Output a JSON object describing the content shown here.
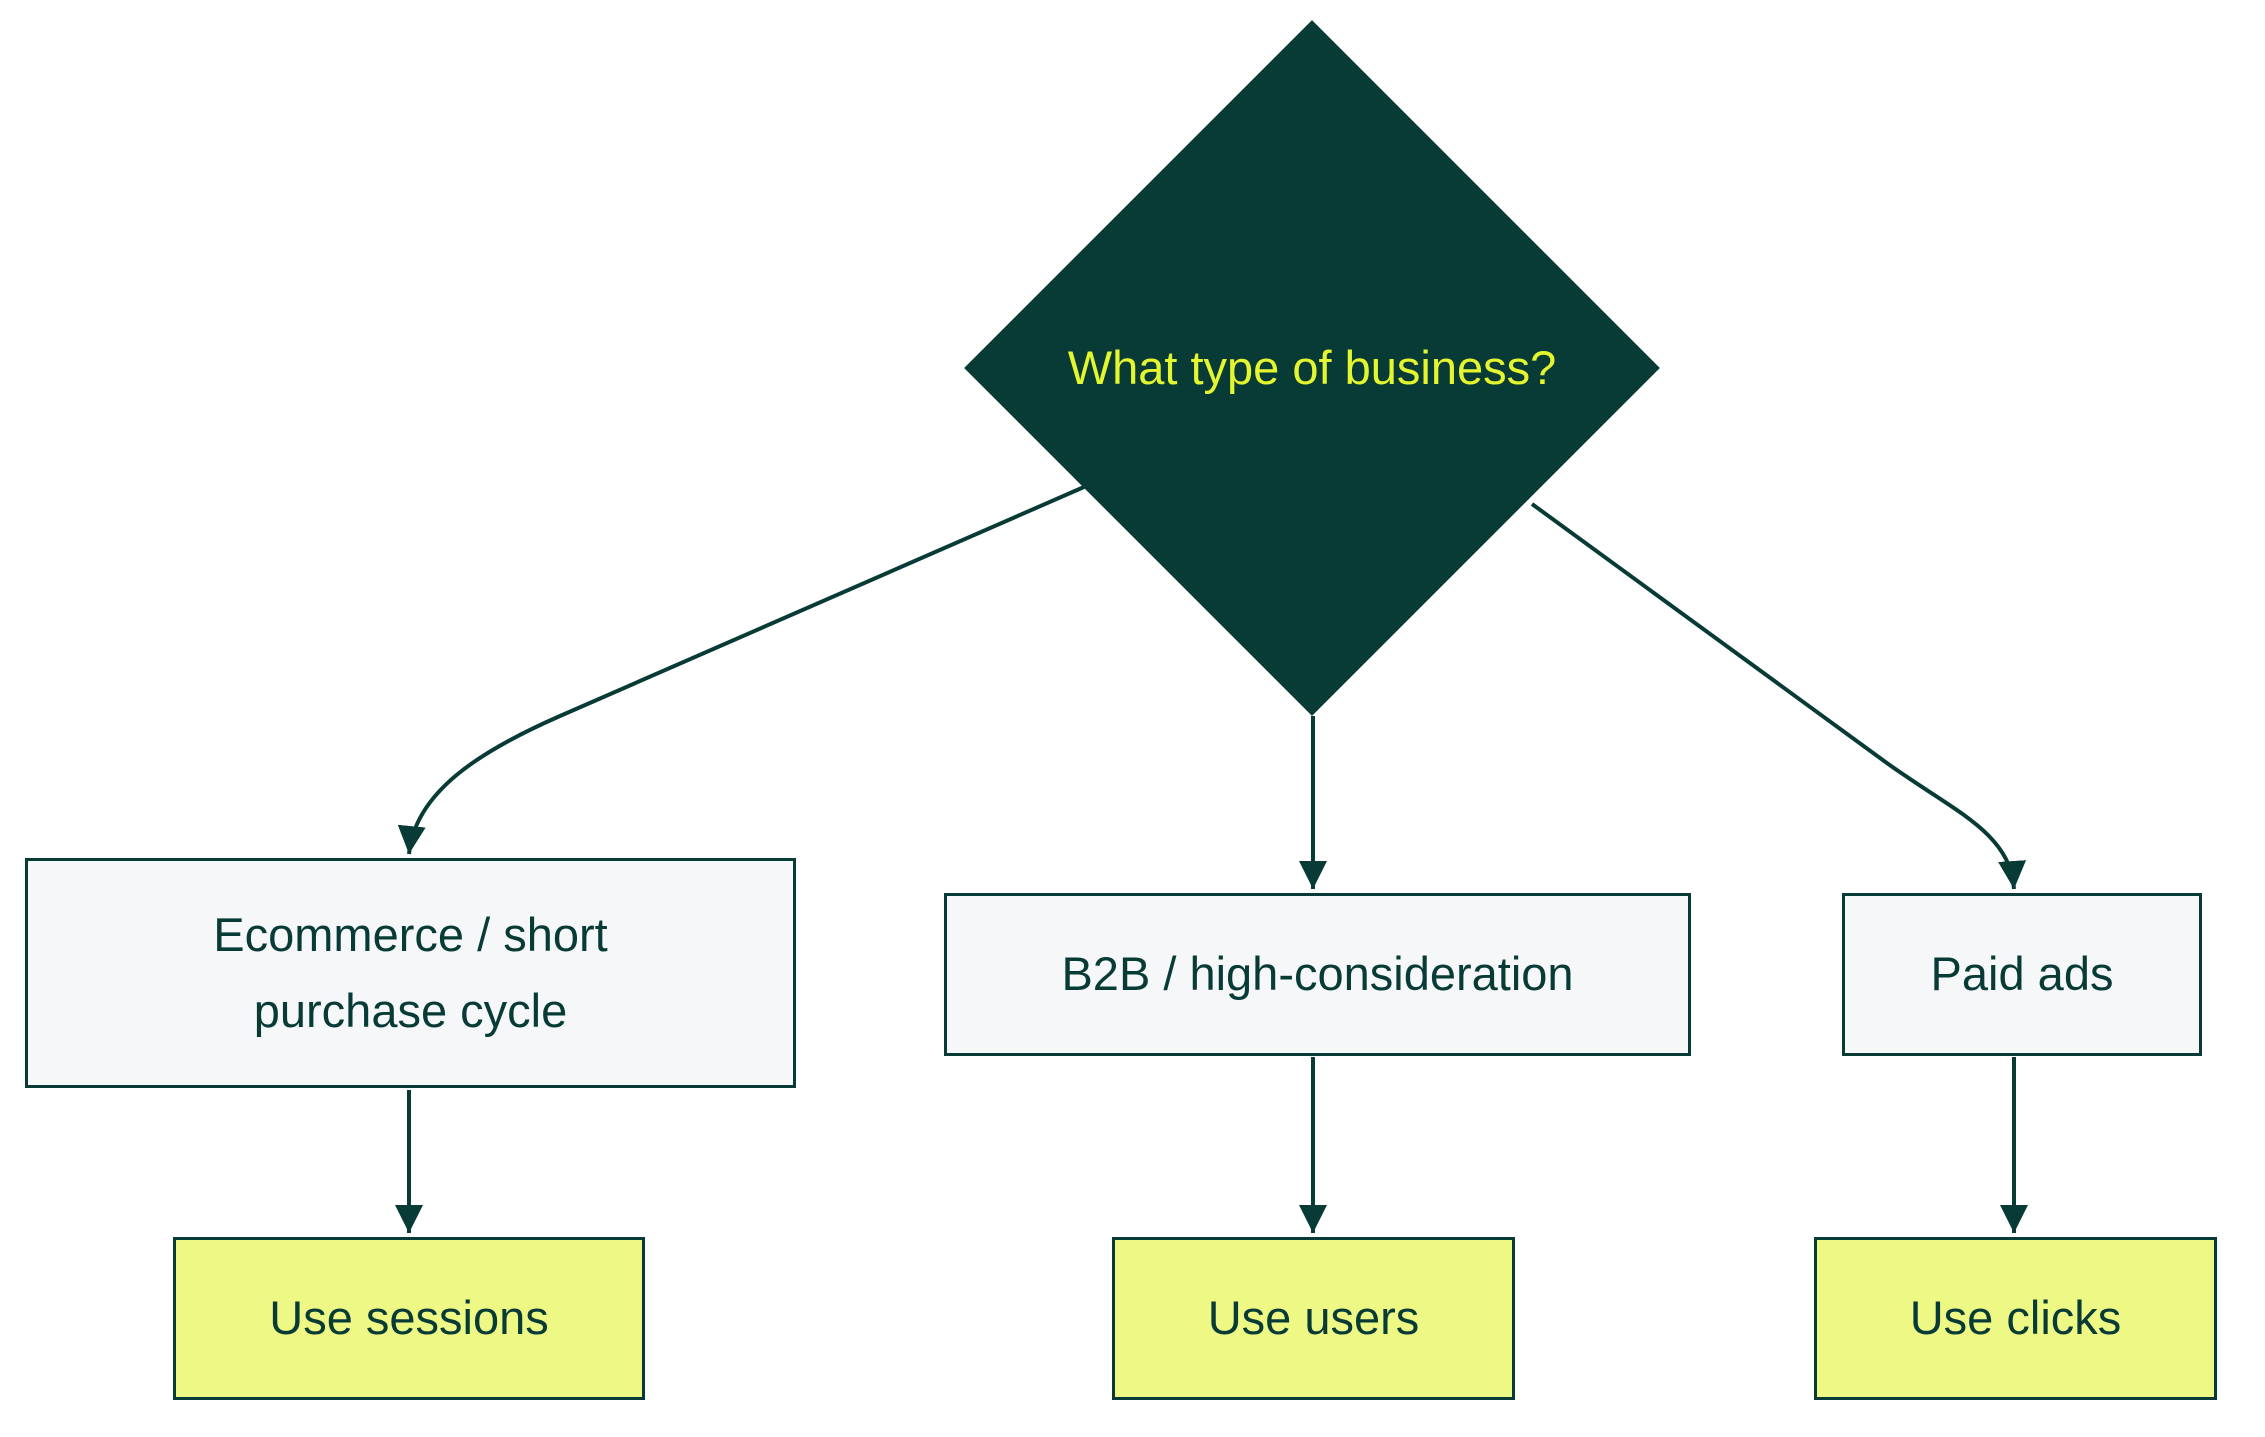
{
  "flowchart": {
    "decision": {
      "label": "What type of business?"
    },
    "branches": [
      {
        "condition": "Ecommerce / short purchase cycle",
        "outcome": "Use sessions"
      },
      {
        "condition": "B2B / high-consideration",
        "outcome": "Use users"
      },
      {
        "condition": "Paid ads",
        "outcome": "Use clicks"
      }
    ],
    "colors": {
      "node_dark": "#093b36",
      "decision_text": "#e3f62f",
      "condition_fill": "#f5f7f9",
      "outcome_fill": "#eef885",
      "connector": "#093b36",
      "page_bg": "#ffffff"
    }
  }
}
